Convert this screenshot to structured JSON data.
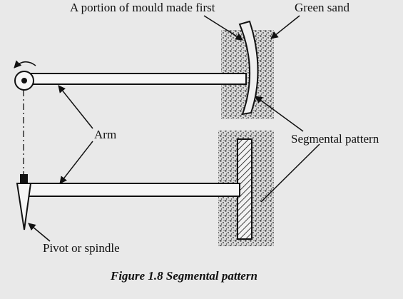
{
  "diagram": {
    "labels": {
      "portion_of_mould": "A portion of mould made first",
      "green_sand": "Green sand",
      "arm": "Arm",
      "segmental_pattern": "Segmental pattern",
      "pivot": "Pivot or spindle"
    },
    "caption": "Figure 1.8 Segmental pattern",
    "colors": {
      "background": "#e9e9e9",
      "ink": "#111111"
    }
  }
}
